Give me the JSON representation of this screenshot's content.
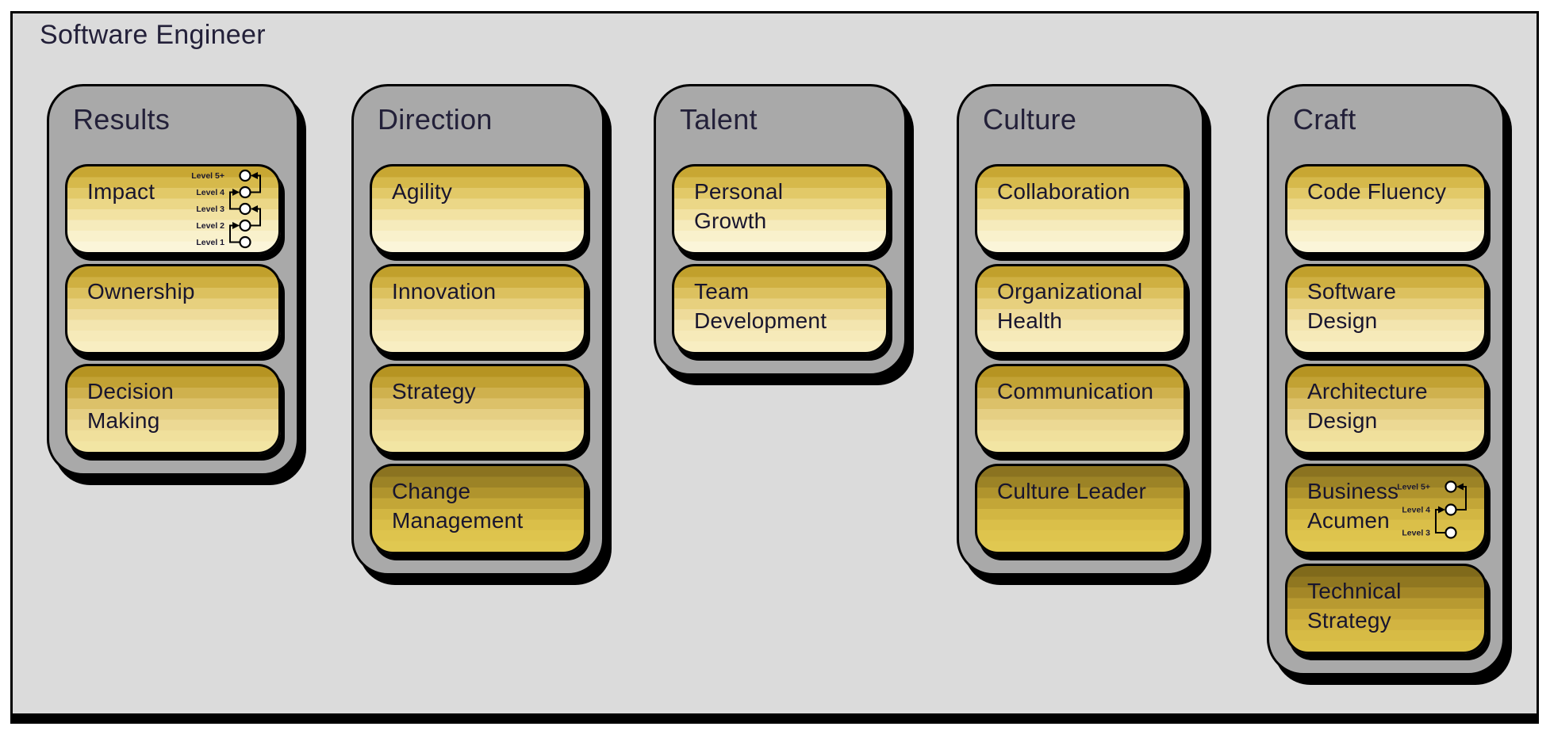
{
  "title": "Software Engineer",
  "colors": {
    "page_background": "#ffffff",
    "canvas_background": "#dbdbdb",
    "column_background": "#a9a9a9",
    "outline": "#000000",
    "heading_text": "#232039",
    "card_text": "#18152e",
    "level_marker_fill": "#ffffff",
    "row_gradients": [
      [
        "#c8a733",
        "#d6b94b",
        "#e2c968",
        "#ebd787",
        "#f2e2a2",
        "#f6ebbc",
        "#f9f1cc",
        "#fbf5d9"
      ],
      [
        "#c1a02c",
        "#cfb042",
        "#dcc15f",
        "#e7d07e",
        "#eedb9a",
        "#f3e5af",
        "#f6eab9",
        "#f8eec2"
      ],
      [
        "#b69422",
        "#c2a234",
        "#cfb14e",
        "#dcc169",
        "#e5cf83",
        "#ecd994",
        "#f0e09c",
        "#f2e5a3"
      ],
      [
        "#8b7320",
        "#9c8326",
        "#b0942d",
        "#c3a637",
        "#d2b642",
        "#dabf49",
        "#dec44d",
        "#e0c851"
      ],
      [
        "#806a1b",
        "#907720",
        "#a48727",
        "#b89a31",
        "#c9a93a",
        "#d2b441",
        "#d7bb45",
        "#dac047"
      ]
    ]
  },
  "columns": [
    {
      "label": "Results",
      "cards": [
        {
          "label": "Impact",
          "shade": 1,
          "levels": [
            "Level 5+",
            "Level 4",
            "Level 3",
            "Level 2",
            "Level 1"
          ]
        },
        {
          "label": "Ownership",
          "shade": 2
        },
        {
          "label": "Decision Making",
          "shade": 3
        }
      ]
    },
    {
      "label": "Direction",
      "cards": [
        {
          "label": "Agility",
          "shade": 1
        },
        {
          "label": "Innovation",
          "shade": 2
        },
        {
          "label": "Strategy",
          "shade": 3
        },
        {
          "label": "Change Management",
          "shade": 4
        }
      ]
    },
    {
      "label": "Talent",
      "cards": [
        {
          "label": "Personal Growth",
          "shade": 1
        },
        {
          "label": "Team Development",
          "shade": 2
        }
      ]
    },
    {
      "label": "Culture",
      "cards": [
        {
          "label": "Collaboration",
          "shade": 1
        },
        {
          "label": "Organizational Health",
          "shade": 2
        },
        {
          "label": "Communication",
          "shade": 3
        },
        {
          "label": "Culture Leader",
          "shade": 4
        }
      ]
    },
    {
      "label": "Craft",
      "cards": [
        {
          "label": "Code Fluency",
          "shade": 1
        },
        {
          "label": "Software Design",
          "shade": 2
        },
        {
          "label": "Architecture Design",
          "shade": 3
        },
        {
          "label": "Business Acumen",
          "shade": 4,
          "levels": [
            "Level 5+",
            "Level 4",
            "Level 3"
          ]
        },
        {
          "label": "Technical Strategy",
          "shade": 5
        }
      ]
    }
  ]
}
